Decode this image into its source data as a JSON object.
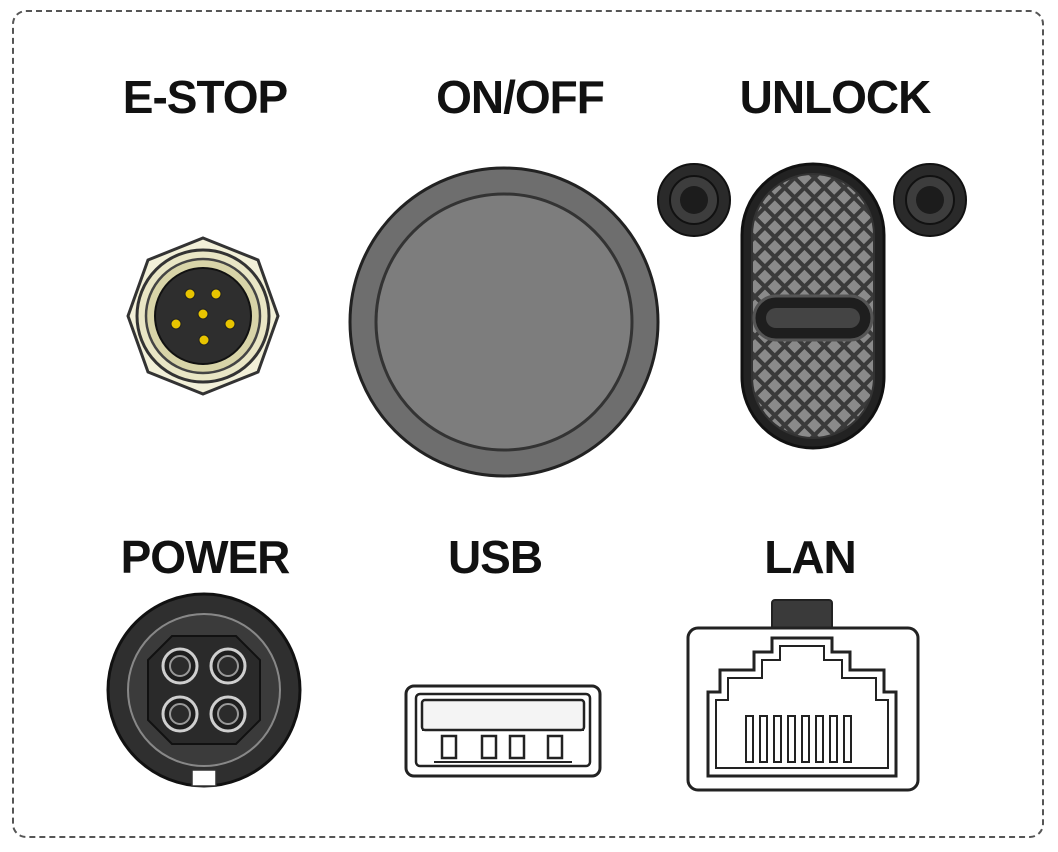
{
  "panel": {
    "labels": {
      "estop": "E-STOP",
      "onoff": "ON/OFF",
      "unlock": "UNLOCK",
      "power": "POWER",
      "usb": "USB",
      "lan": "LAN"
    },
    "components": [
      {
        "id": "estop",
        "icon": "circular-m12-connector-icon"
      },
      {
        "id": "onoff",
        "icon": "round-push-button-icon"
      },
      {
        "id": "unlock",
        "icon": "rocker-switch-icon"
      },
      {
        "id": "power",
        "icon": "four-pin-power-connector-icon"
      },
      {
        "id": "usb",
        "icon": "usb-a-port-icon"
      },
      {
        "id": "lan",
        "icon": "rj45-port-icon"
      }
    ],
    "colors": {
      "pin_gold": "#e8c400",
      "button_gray": "#7a7a7a",
      "connector_dark": "#2b2b2b"
    }
  }
}
